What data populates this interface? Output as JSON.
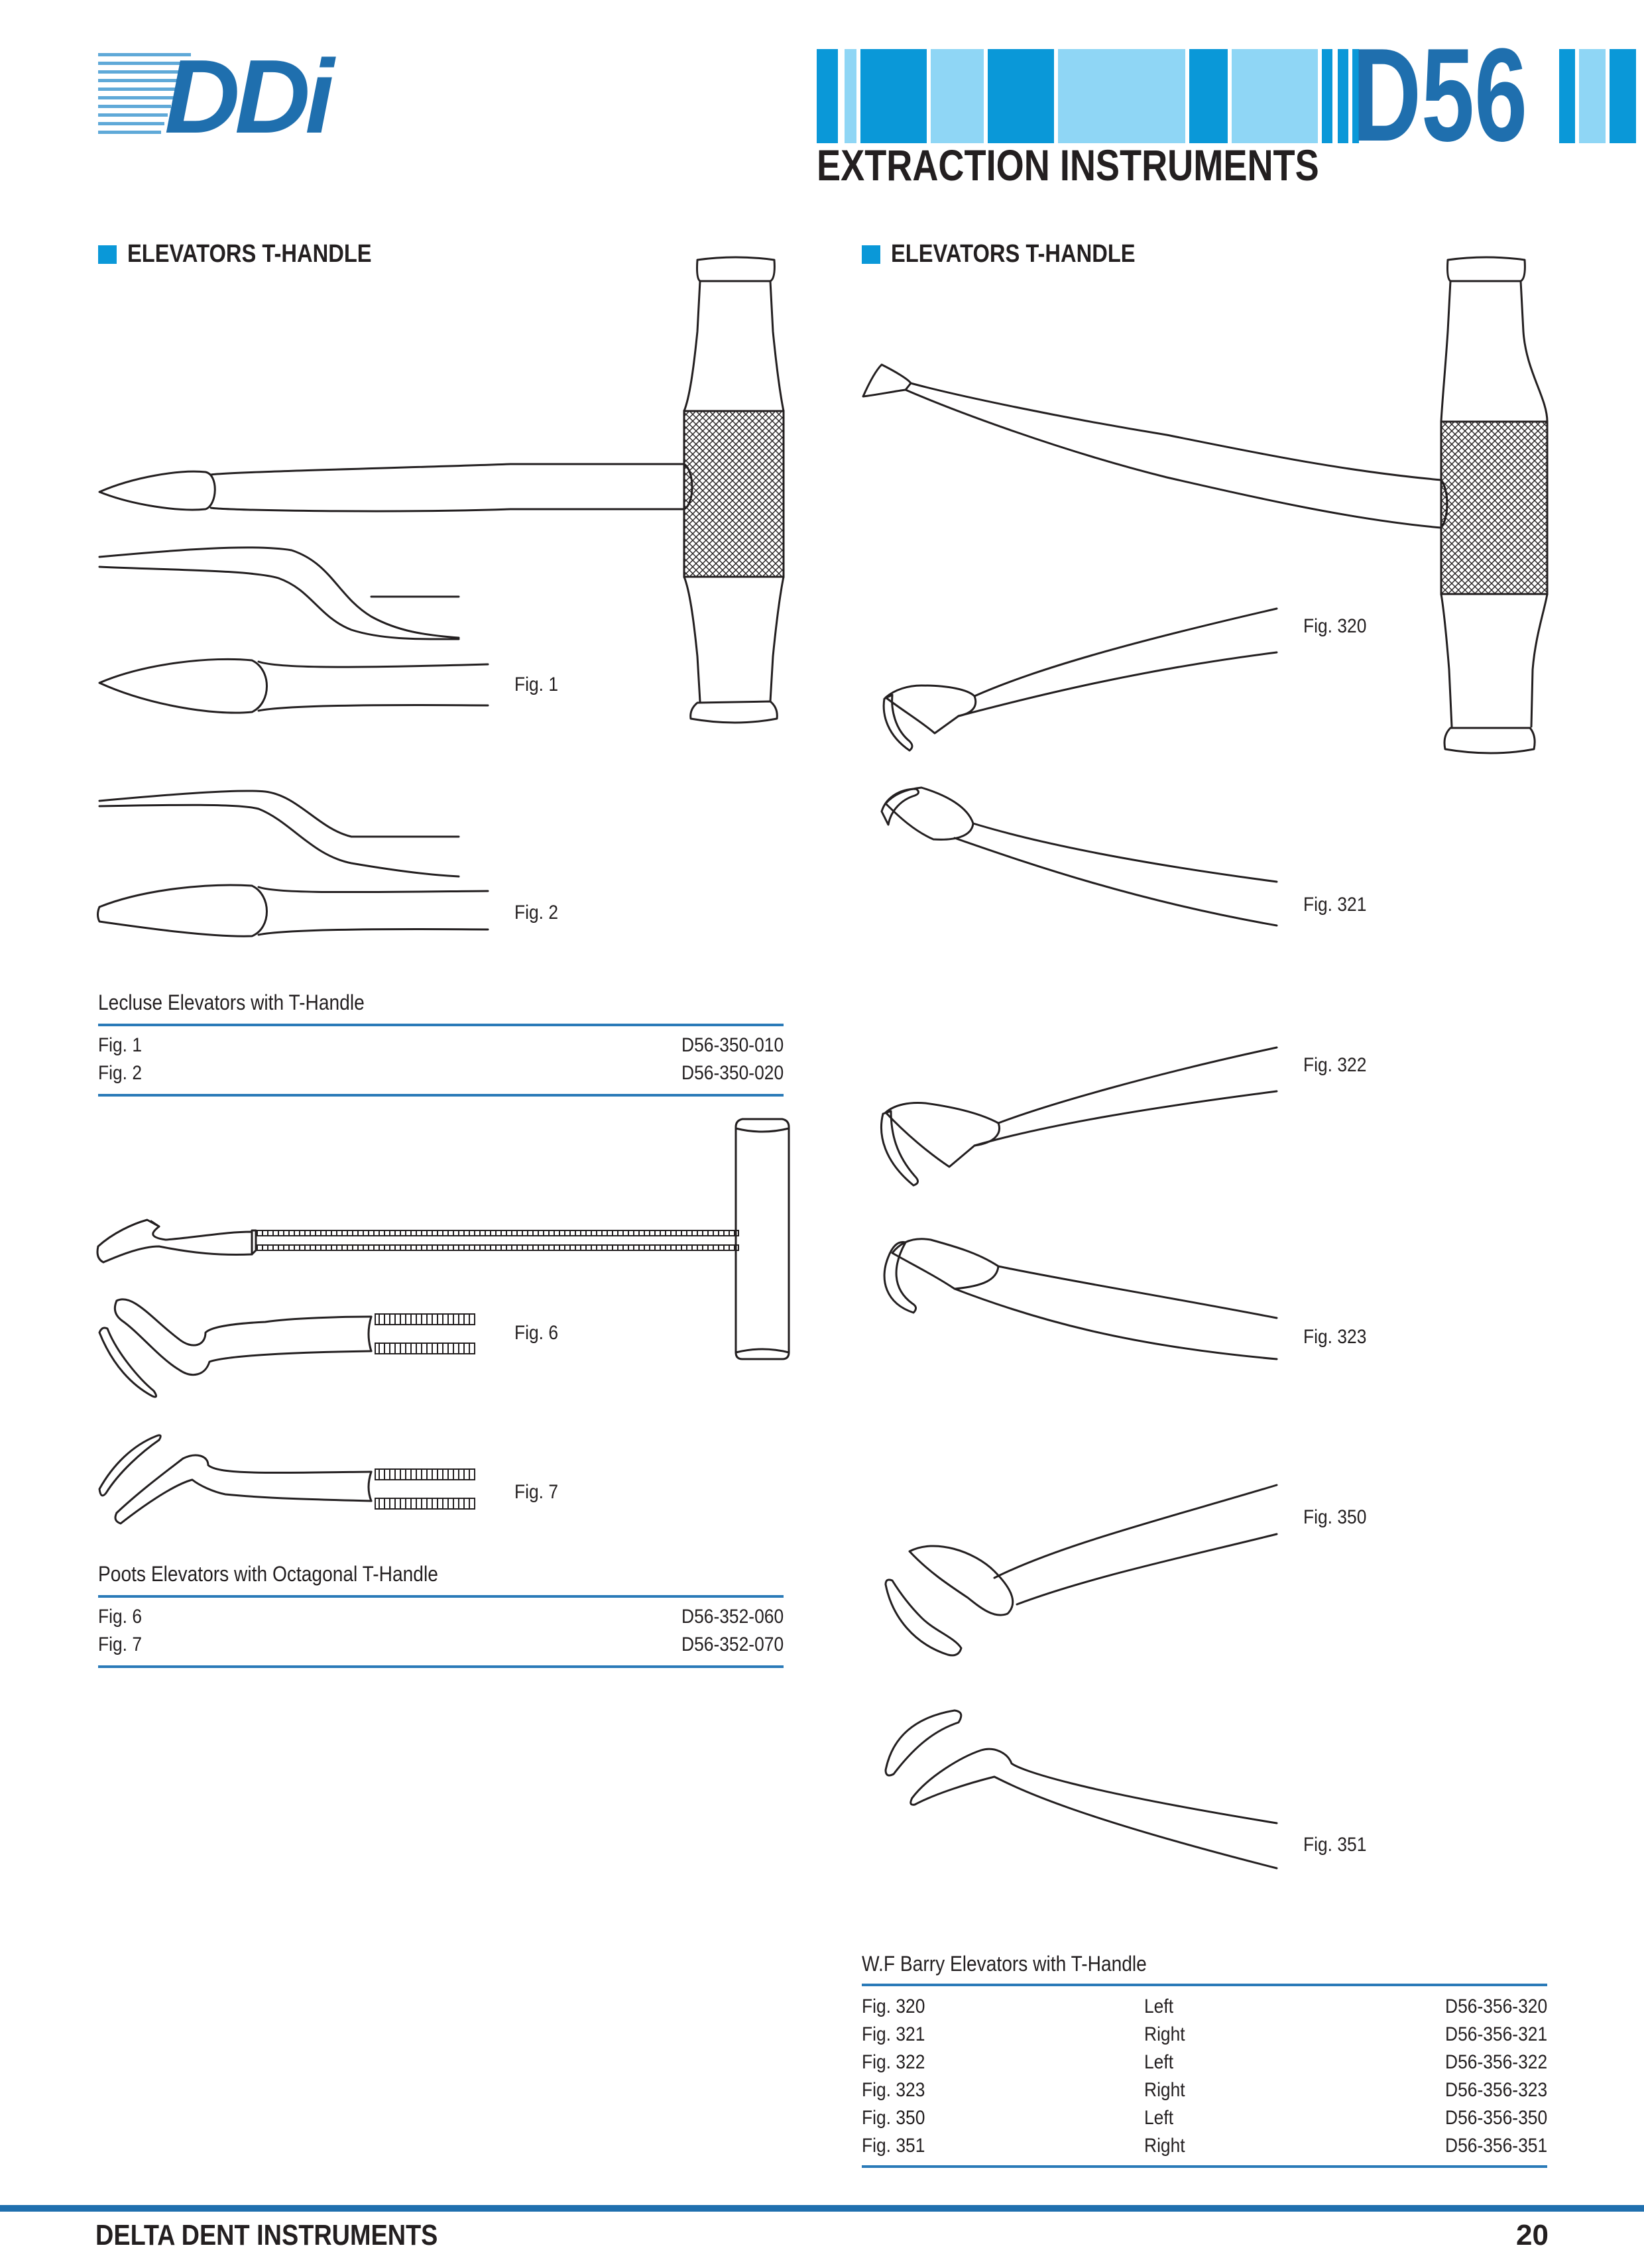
{
  "brand": {
    "logo_text": "DDi"
  },
  "header": {
    "code": "D56",
    "title": "EXTRACTION INSTRUMENTS"
  },
  "left": {
    "section_heading": "ELEVATORS T-HANDLE",
    "fig_labels": {
      "fig1": "Fig. 1",
      "fig2": "Fig. 2",
      "fig6": "Fig. 6",
      "fig7": "Fig. 7"
    },
    "table1": {
      "title": "Lecluse Elevators with T-Handle",
      "rows": [
        {
          "fig": "Fig. 1",
          "code": "D56-350-010"
        },
        {
          "fig": "Fig. 2",
          "code": "D56-350-020"
        }
      ]
    },
    "table2": {
      "title": "Poots Elevators with Octagonal T-Handle",
      "rows": [
        {
          "fig": "Fig. 6",
          "code": "D56-352-060"
        },
        {
          "fig": "Fig. 7",
          "code": "D56-352-070"
        }
      ]
    }
  },
  "right": {
    "section_heading": "ELEVATORS T-HANDLE",
    "fig_labels": {
      "fig320": "Fig. 320",
      "fig321": "Fig. 321",
      "fig322": "Fig. 322",
      "fig323": "Fig. 323",
      "fig350": "Fig. 350",
      "fig351": "Fig. 351"
    },
    "table": {
      "title": "W.F Barry Elevators with T-Handle",
      "rows": [
        {
          "fig": "Fig. 320",
          "side": "Left",
          "code": "D56-356-320"
        },
        {
          "fig": "Fig. 321",
          "side": "Right",
          "code": "D56-356-321"
        },
        {
          "fig": "Fig. 322",
          "side": "Left",
          "code": "D56-356-322"
        },
        {
          "fig": "Fig. 323",
          "side": "Right",
          "code": "D56-356-323"
        },
        {
          "fig": "Fig. 350",
          "side": "Left",
          "code": "D56-356-350"
        },
        {
          "fig": "Fig. 351",
          "side": "Right",
          "code": "D56-356-351"
        }
      ]
    }
  },
  "footer": {
    "company": "DELTA DENT INSTRUMENTS",
    "page_number": "20"
  },
  "colors": {
    "accent_blue": "#0a98d8",
    "light_blue": "#8fd6f5",
    "dark_blue": "#1f6fae",
    "rule_blue": "#2a7ab8"
  }
}
